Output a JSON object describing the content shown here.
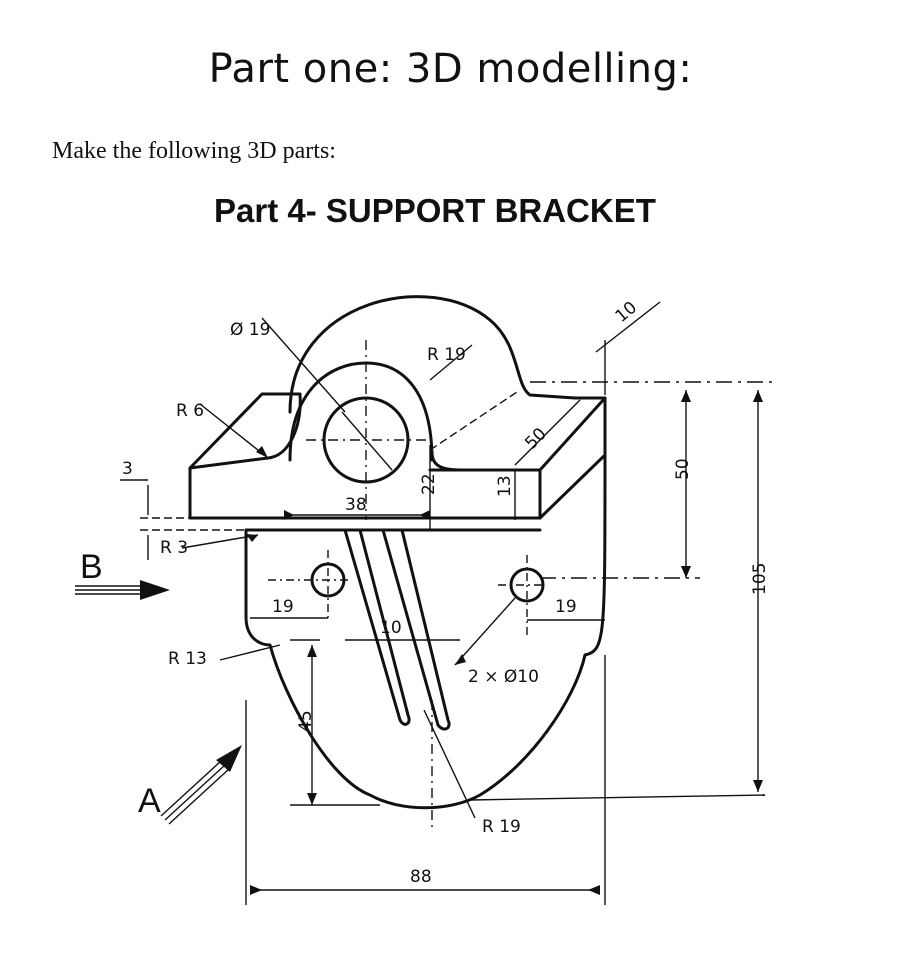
{
  "page": {
    "heading": "Part one: 3D modelling:",
    "intro": "Make the following 3D parts:",
    "part_title": "Part 4- SUPPORT BRACKET"
  },
  "drawing": {
    "view_labels": {
      "b": "B",
      "a": "A"
    },
    "dimensions": {
      "dia19": "Ø 19",
      "r19_top": "R 19",
      "r6": "R 6",
      "d10_top": "10",
      "d3": "3",
      "r3": "R 3",
      "d38": "38",
      "d22": "22",
      "d13": "13",
      "d50_diag": "50",
      "d50_vert": "50",
      "d105": "105",
      "d19_left": "19",
      "d10_mid": "10",
      "d19_right": "19",
      "holes": "2 × Ø10",
      "r13": "R 13",
      "d45": "45",
      "r19_bottom": "R 19",
      "d88": "88"
    }
  }
}
